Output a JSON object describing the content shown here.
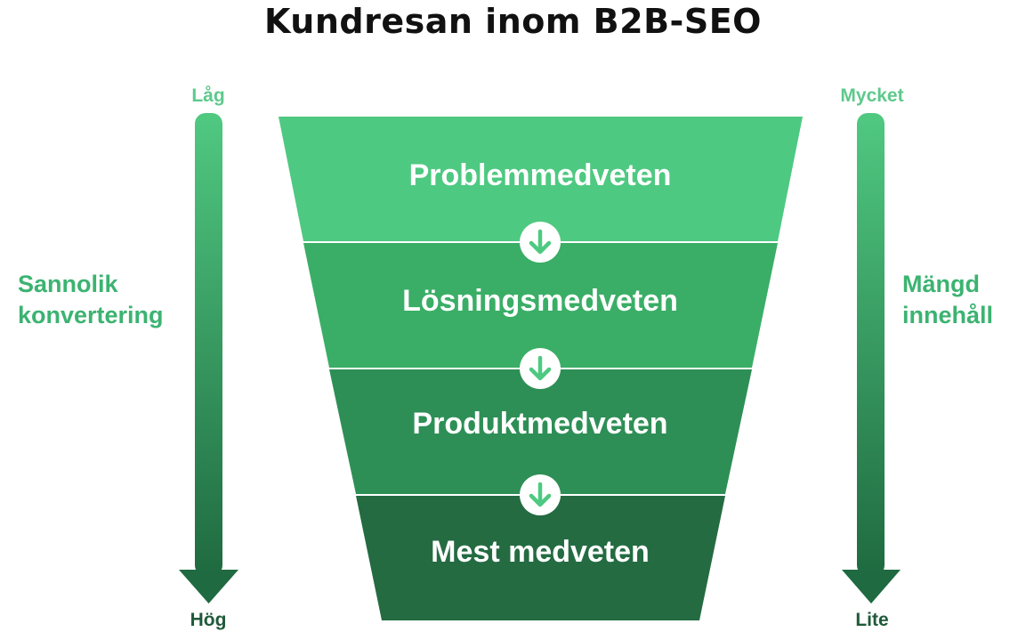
{
  "title": "Kundresan inom B2B-SEO",
  "left_axis": {
    "top_label": "Låg",
    "bottom_label": "Hög",
    "label": [
      "Sannolik",
      "konvertering"
    ]
  },
  "right_axis": {
    "top_label": "Mycket",
    "bottom_label": "Lite",
    "label": [
      "Mängd",
      "innehåll"
    ]
  },
  "stages": [
    {
      "label": "Problemmedveten",
      "color": "#4ec981"
    },
    {
      "label": "Lösningsmedveten",
      "color": "#3aae66"
    },
    {
      "label": "Produktmedveten",
      "color": "#2e8f56"
    },
    {
      "label": "Mest medveten",
      "color": "#246b42"
    }
  ],
  "colors": {
    "arrow_top": "#50c981",
    "arrow_bottom": "#1f6a40",
    "axis_top_text": "#5ec98c",
    "axis_bottom_text": "#1f5a3a",
    "connector_icon": "#4ec981"
  },
  "icons": [
    "arrow-down-circle-icon"
  ]
}
